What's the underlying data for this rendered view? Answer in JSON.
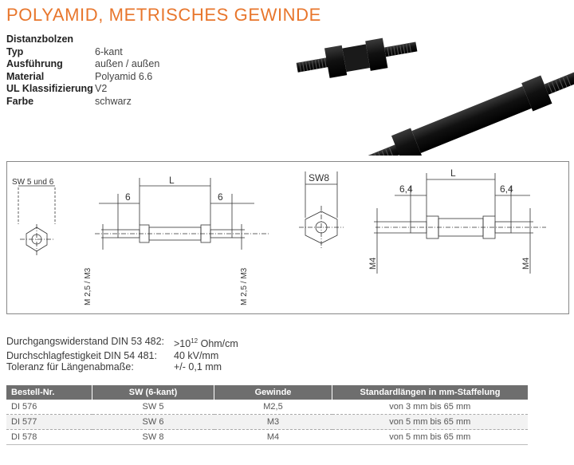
{
  "title": "POLYAMID, METRISCHES GEWINDE",
  "specs": [
    {
      "key": "Distanzbolzen",
      "value": ""
    },
    {
      "key": "Typ",
      "value": "6-kant"
    },
    {
      "key": "Ausführung",
      "value": "außen / außen"
    },
    {
      "key": "Material",
      "value": "Polyamid 6.6"
    },
    {
      "key": "UL Klassifizierung",
      "value": "V2"
    },
    {
      "key": "Farbe",
      "value": "schwarz"
    }
  ],
  "drawing": {
    "left_sw_label": "SW 5 und 6",
    "left_dim_6a": "6",
    "left_dim_L": "L",
    "left_dim_6b": "6",
    "left_thread_a": "M 2,5 / M3",
    "left_thread_b": "M 2,5 / M3",
    "right_sw_label": "SW8",
    "right_dim_64a": "6,4",
    "right_dim_L": "L",
    "right_dim_64b": "6,4",
    "right_thread_a": "M4",
    "right_thread_b": "M4"
  },
  "properties": [
    {
      "key": "Durchgangswiderstand DIN 53 482:",
      "value_pre": ">10",
      "value_sup": "12",
      "value_post": " Ohm/cm"
    },
    {
      "key": "Durchschlagfestigkeit DIN 54 481:",
      "value_pre": "40 kV/mm",
      "value_sup": "",
      "value_post": ""
    },
    {
      "key": "Toleranz für Längenabmaße:",
      "value_pre": "+/- 0,1 mm",
      "value_sup": "",
      "value_post": ""
    }
  ],
  "table": {
    "headers": [
      "Bestell-Nr.",
      "SW (6-kant)",
      "Gewinde",
      "Standardlängen in mm-Staffelung"
    ],
    "rows": [
      [
        "DI 576",
        "SW 5",
        "M2,5",
        "von 3 mm bis 65 mm"
      ],
      [
        "DI 577",
        "SW 6",
        "M3",
        "von 5 mm bis 65 mm"
      ],
      [
        "DI 578",
        "SW 8",
        "M4",
        "von 5 mm bis 65 mm"
      ]
    ]
  },
  "colors": {
    "accent": "#e8762c",
    "header_bg": "#6e6e6e"
  }
}
